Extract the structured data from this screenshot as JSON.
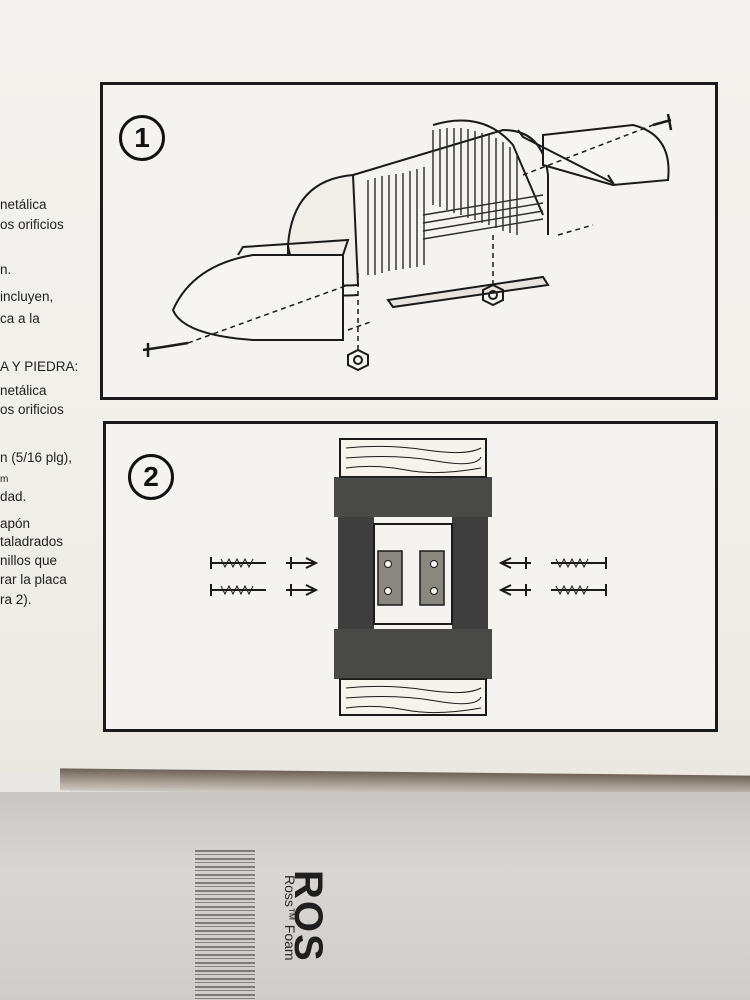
{
  "side_text": [
    "netálica",
    "os orificios",
    "n.",
    "incluyen,",
    "ca a la",
    "A Y PIEDRA:",
    "netálica",
    "os orificios",
    "n (5/16 plg),",
    "m",
    "dad.",
    "apón",
    "taladrados",
    "nillos que",
    "rar la placa",
    "ra 2)."
  ],
  "steps": [
    {
      "number": "1"
    },
    {
      "number": "2"
    }
  ],
  "brand": {
    "name": "ROS",
    "sub": "Ross™ Foam"
  },
  "colors": {
    "ink": "#1a1a1a",
    "paper": "#f5f3ef",
    "wood": "#d9c8a6"
  }
}
